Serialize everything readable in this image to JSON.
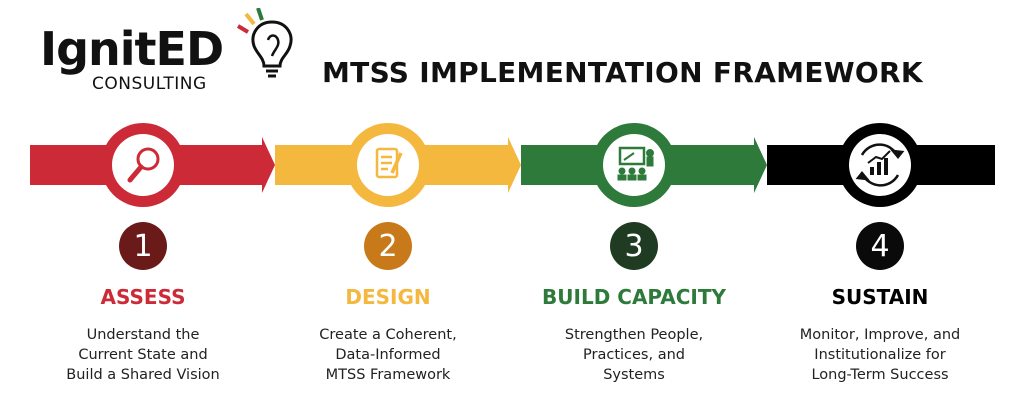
{
  "logo": {
    "brand": "IgnitED",
    "sub": "CONSULTING"
  },
  "title": "MTSS IMPLEMENTATION FRAMEWORK",
  "colors": {
    "red": "#cc2a37",
    "yellow": "#f4b83f",
    "green": "#2d7a3b",
    "black": "#000000"
  },
  "steps": [
    {
      "number": "1",
      "title": "ASSESS",
      "icon": "magnifying-glass-icon",
      "lines": [
        "Understand the",
        "Current State and",
        "Build a Shared Vision"
      ],
      "color": "#cc2a37",
      "numColor": "#6b1a1a"
    },
    {
      "number": "2",
      "title": "DESIGN",
      "icon": "clipboard-pencil-icon",
      "lines": [
        "Create a Coherent,",
        "Data-Informed",
        "MTSS Framework"
      ],
      "color": "#f4b83f",
      "numColor": "#c87a1a"
    },
    {
      "number": "3",
      "title": "BUILD CAPACITY",
      "icon": "presentation-training-icon",
      "lines": [
        "Strengthen People,",
        "Practices, and",
        "Systems"
      ],
      "color": "#2d7a3b",
      "numColor": "#1f3b22"
    },
    {
      "number": "4",
      "title": "SUSTAIN",
      "icon": "growth-cycle-icon",
      "lines": [
        "Monitor, Improve, and",
        "Institutionalize for",
        "Long-Term Success"
      ],
      "color": "#000000",
      "numColor": "#0a0a0a"
    }
  ]
}
